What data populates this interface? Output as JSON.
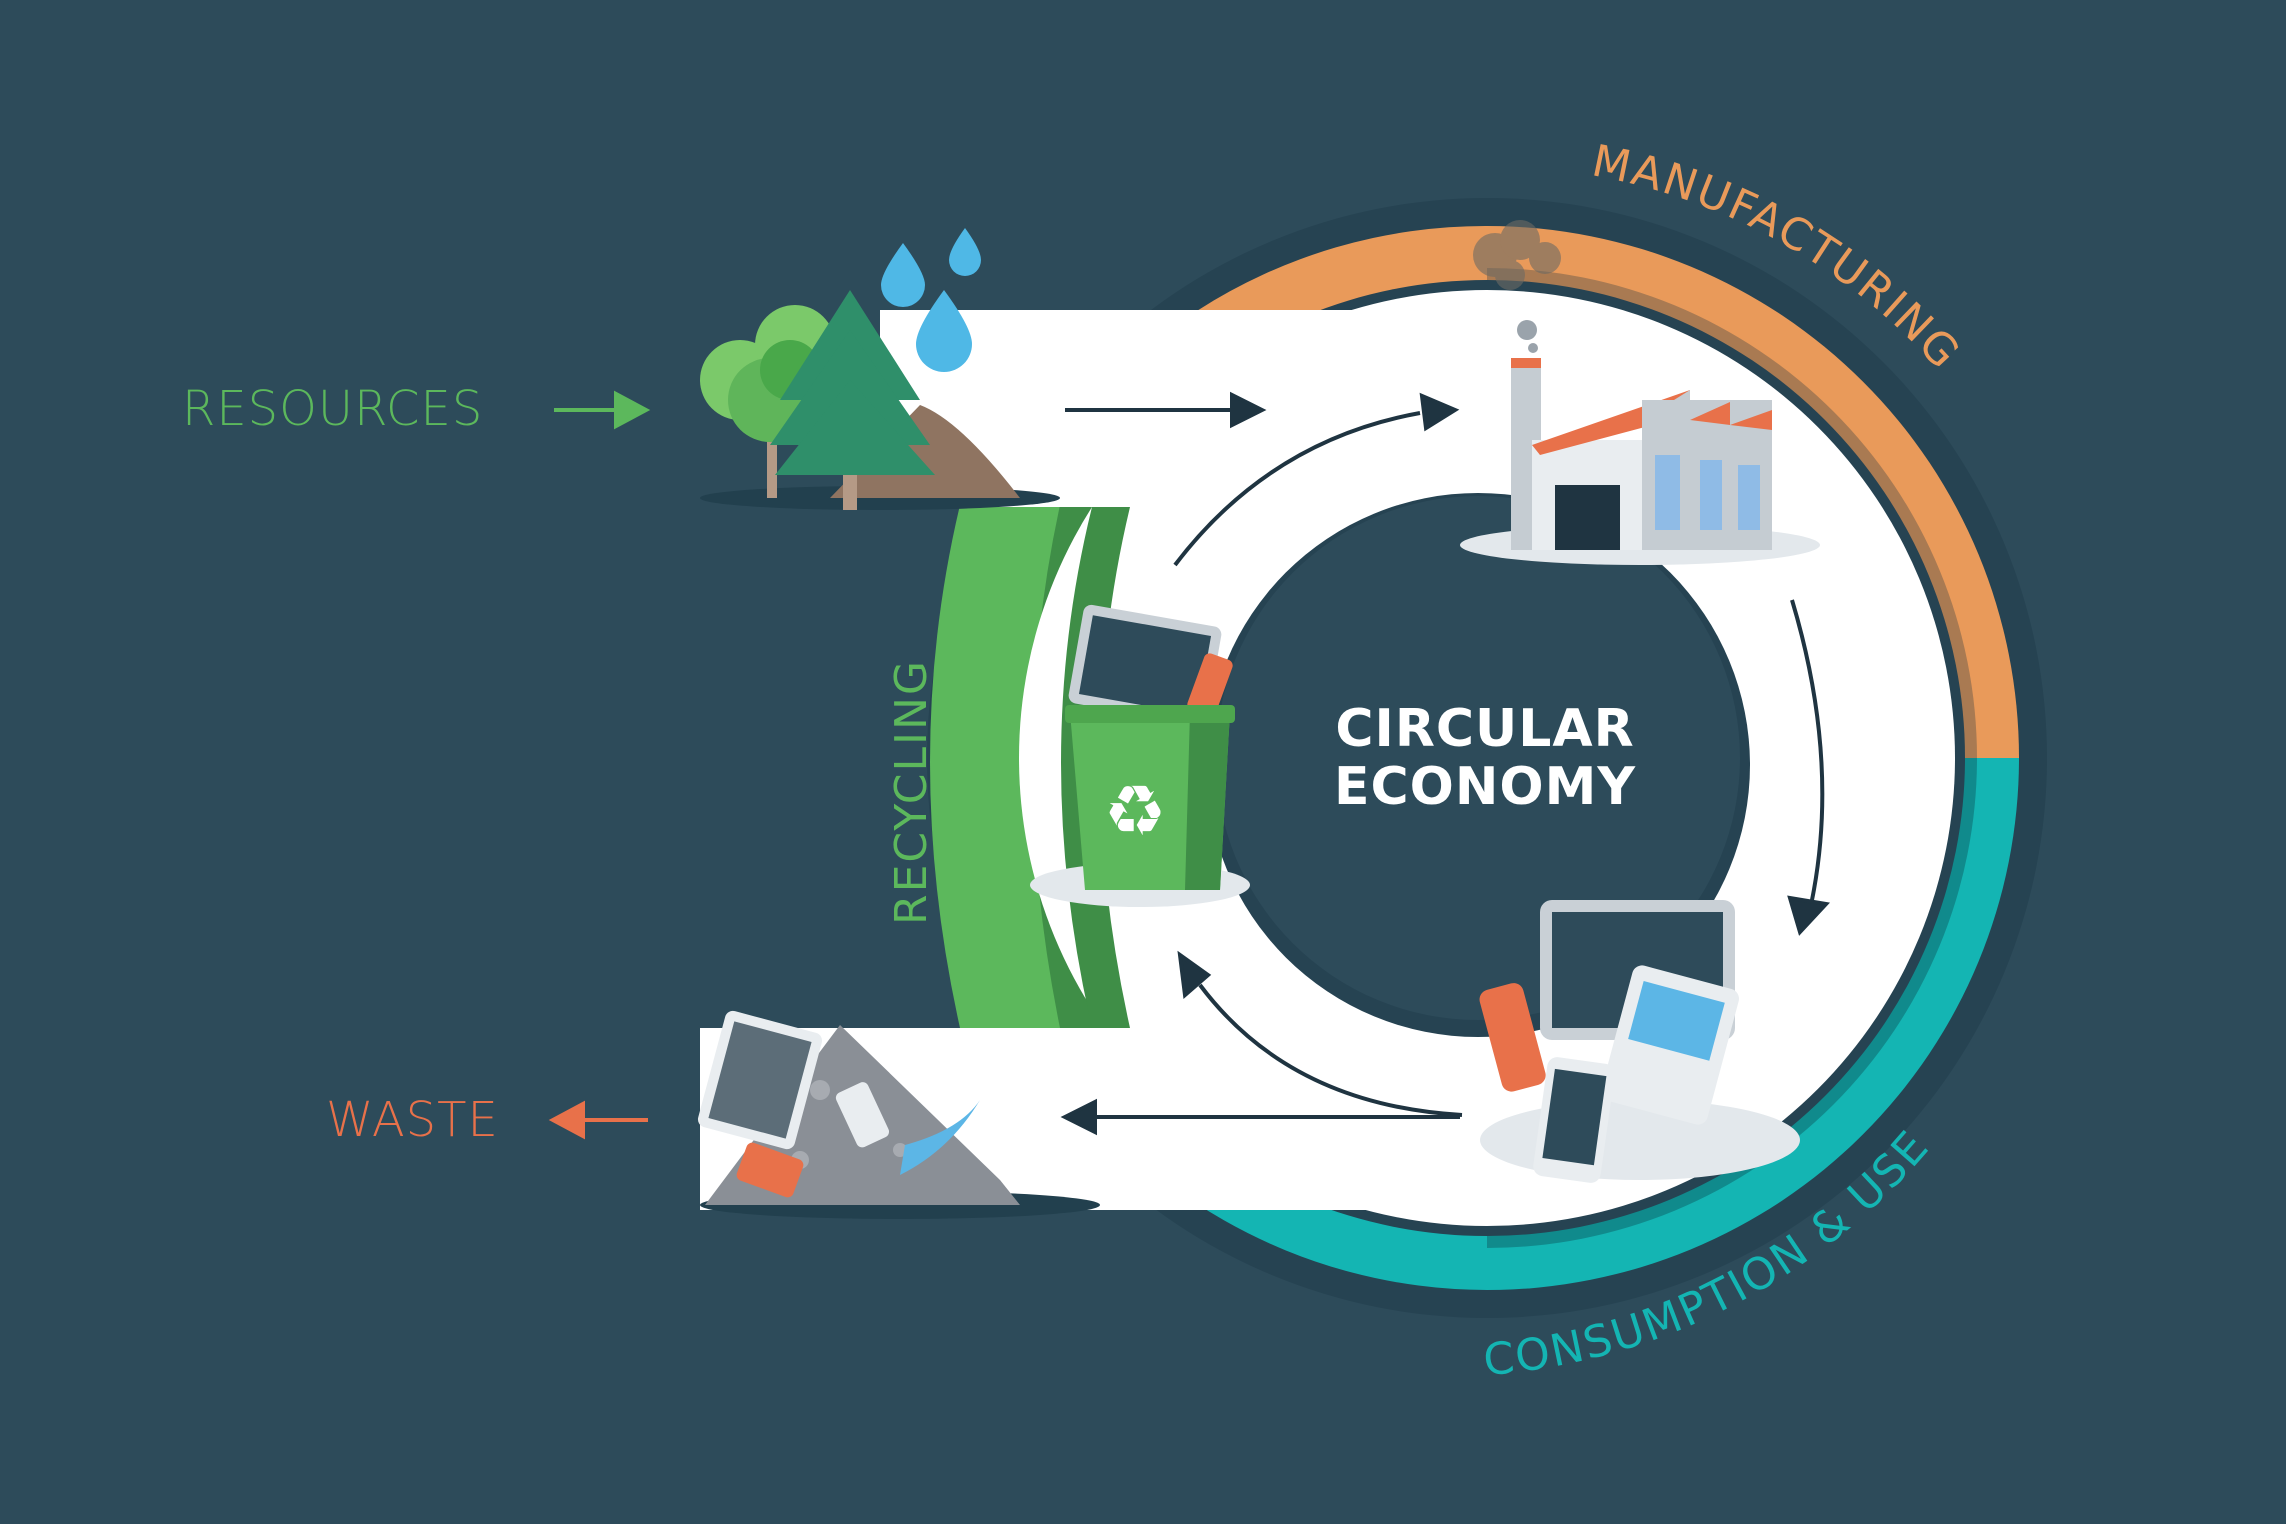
{
  "title": {
    "line1": "CIRCULAR",
    "line2": "ECONOMY"
  },
  "labels": {
    "resources": "RESOURCES",
    "waste": "WASTE",
    "manufacturing": "MANUFACTURING",
    "consumption": "CONSUMPTION & USE",
    "recycling": "RECYCLING"
  },
  "colors": {
    "background": "#2d4b5a",
    "ring_dark": "#264352",
    "band_white": "#ffffff",
    "manufacturing": "#e99a5a",
    "manufacturing_shade": "#a97a52",
    "consumption": "#14b5b3",
    "consumption_shade": "#108a8c",
    "recycling": "#5cb85c",
    "recycling_shade": "#3f8e47",
    "resources_text": "#5cb85c",
    "waste_text": "#e8714a",
    "arrow": "#1f3441"
  },
  "stages": [
    {
      "name": "resources",
      "icon": "trees-water-soil"
    },
    {
      "name": "manufacturing",
      "icon": "factory"
    },
    {
      "name": "consumption",
      "icon": "devices-and-can"
    },
    {
      "name": "recycling",
      "icon": "recycling-bin"
    },
    {
      "name": "waste",
      "icon": "waste-pile"
    }
  ]
}
